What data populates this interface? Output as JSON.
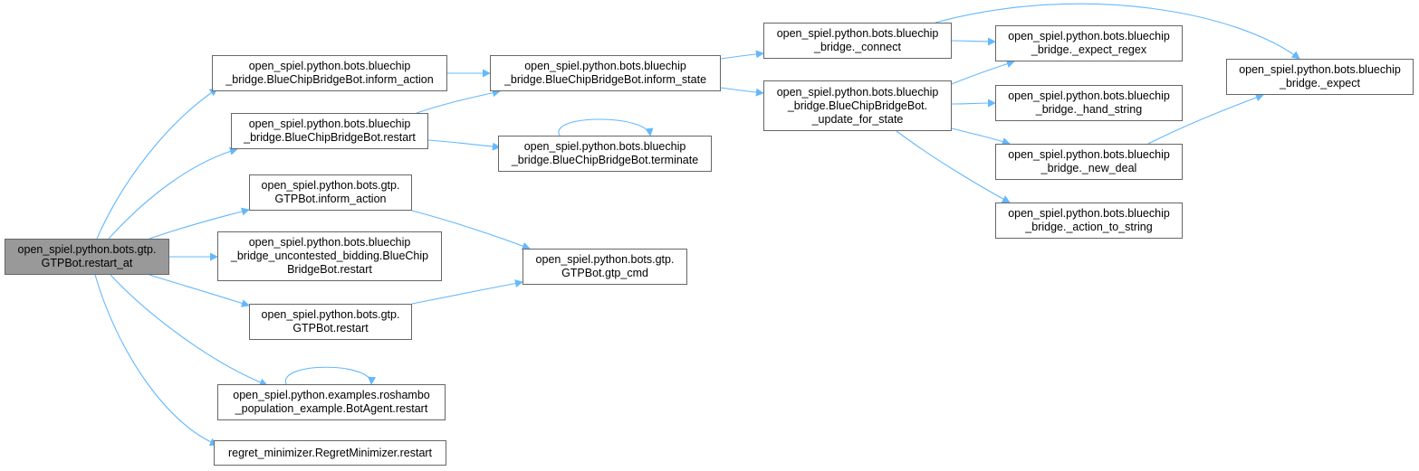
{
  "graph": {
    "edge_color": "#63b8ff",
    "root_fill": "#999999",
    "node_border": "#666666",
    "nodes": [
      {
        "id": "restart_at",
        "lines": [
          "open_spiel.python.bots.gtp.",
          "GTPBot.restart_at"
        ],
        "root": true
      },
      {
        "id": "bc_inform_action",
        "lines": [
          "open_spiel.python.bots.bluechip",
          "_bridge.BlueChipBridgeBot.inform_action"
        ]
      },
      {
        "id": "bc_restart",
        "lines": [
          "open_spiel.python.bots.bluechip",
          "_bridge.BlueChipBridgeBot.restart"
        ]
      },
      {
        "id": "gtp_inform_action",
        "lines": [
          "open_spiel.python.bots.gtp.",
          "GTPBot.inform_action"
        ]
      },
      {
        "id": "bcu_restart",
        "lines": [
          "open_spiel.python.bots.bluechip",
          "_bridge_uncontested_bidding.BlueChip",
          "BridgeBot.restart"
        ]
      },
      {
        "id": "gtp_restart",
        "lines": [
          "open_spiel.python.bots.gtp.",
          "GTPBot.restart"
        ]
      },
      {
        "id": "rosh_restart",
        "lines": [
          "open_spiel.python.examples.roshambo",
          "_population_example.BotAgent.restart"
        ]
      },
      {
        "id": "regret_restart",
        "lines": [
          "regret_minimizer.RegretMinimizer.restart"
        ]
      },
      {
        "id": "bc_inform_state",
        "lines": [
          "open_spiel.python.bots.bluechip",
          "_bridge.BlueChipBridgeBot.inform_state"
        ]
      },
      {
        "id": "bc_terminate",
        "lines": [
          "open_spiel.python.bots.bluechip",
          "_bridge.BlueChipBridgeBot.terminate"
        ]
      },
      {
        "id": "gtp_cmd",
        "lines": [
          "open_spiel.python.bots.gtp.",
          "GTPBot.gtp_cmd"
        ]
      },
      {
        "id": "bc_connect",
        "lines": [
          "open_spiel.python.bots.bluechip",
          "_bridge._connect"
        ]
      },
      {
        "id": "bc_update",
        "lines": [
          "open_spiel.python.bots.bluechip",
          "_bridge.BlueChipBridgeBot.",
          "_update_for_state"
        ]
      },
      {
        "id": "bc_expect_regex",
        "lines": [
          "open_spiel.python.bots.bluechip",
          "_bridge._expect_regex"
        ]
      },
      {
        "id": "bc_hand_string",
        "lines": [
          "open_spiel.python.bots.bluechip",
          "_bridge._hand_string"
        ]
      },
      {
        "id": "bc_new_deal",
        "lines": [
          "open_spiel.python.bots.bluechip",
          "_bridge._new_deal"
        ]
      },
      {
        "id": "bc_action_to_string",
        "lines": [
          "open_spiel.python.bots.bluechip",
          "_bridge._action_to_string"
        ]
      },
      {
        "id": "bc_expect",
        "lines": [
          "open_spiel.python.bots.bluechip",
          "_bridge._expect"
        ]
      }
    ]
  }
}
